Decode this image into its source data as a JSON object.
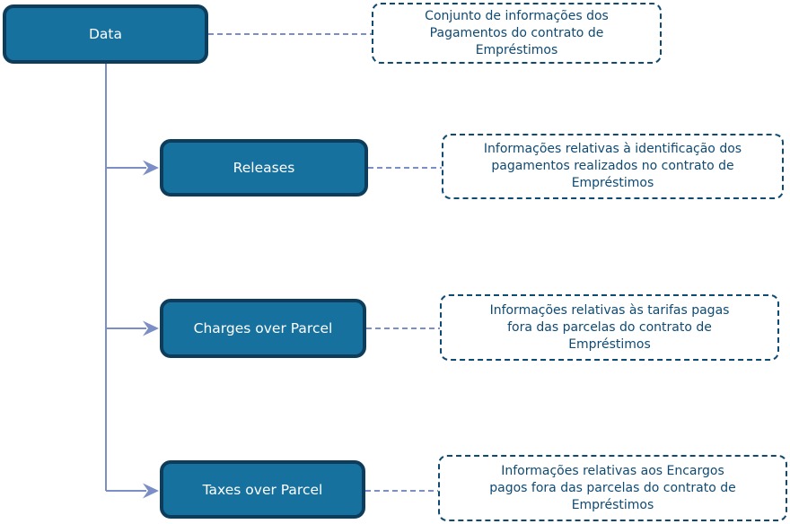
{
  "diagram": {
    "root": {
      "label": "Data",
      "note_lines": [
        "Conjunto de informações dos",
        "Pagamentos do contrato de",
        "Empréstimos"
      ]
    },
    "children": [
      {
        "label": "Releases",
        "note_lines": [
          "Informações relativas à identificação dos",
          "pagamentos realizados no contrato de",
          "Empréstimos"
        ]
      },
      {
        "label": "Charges over Parcel",
        "note_lines": [
          "Informações relativas às tarifas pagas",
          "fora das parcelas do contrato de",
          "Empréstimos"
        ]
      },
      {
        "label": "Taxes over Parcel",
        "note_lines": [
          "Informações relativas aos Encargos",
          "pagos fora das parcelas do contrato de",
          "Empréstimos"
        ]
      }
    ]
  },
  "colors": {
    "node_fill": "#17719f",
    "node_border": "#0e3d5c",
    "node_text": "#ffffff",
    "note_color": "#0f4a73",
    "connector": "#7b8fc6"
  }
}
